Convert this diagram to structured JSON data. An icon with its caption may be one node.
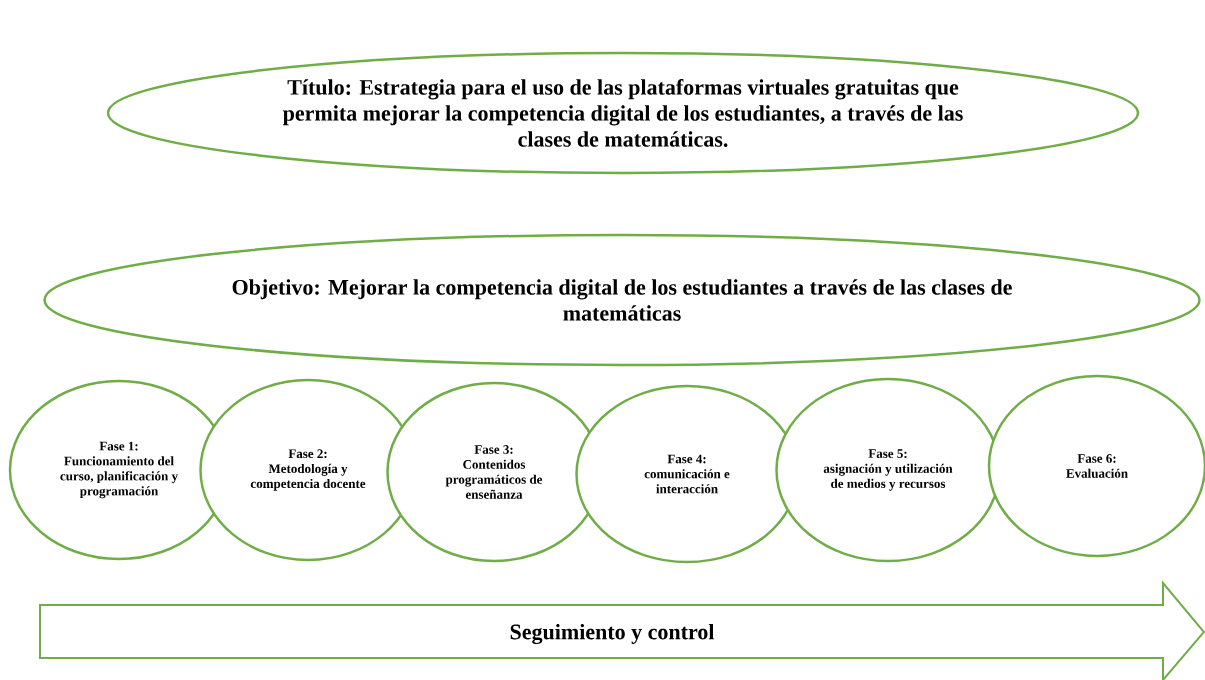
{
  "diagram": {
    "nodes": [
      {
        "text": [
          "Título: Estrategia para el uso de las plataformas virtuales gratuitas que permita mejorar la competencia digital de los estudiantes, a través de las clases de matemáticas."
        ]
      },
      {
        "text": [
          "Objetivo: Mejorar la competencia digital de los estudiantes a través de las clases de matemáticas"
        ]
      },
      {
        "text": [
          "Fase 1:",
          "Funcionamiento del curso, planificación y programación"
        ]
      },
      {
        "text": [
          "Fase 2:",
          "Metodología y competencia docente"
        ]
      },
      {
        "text": [
          "Fase 3:",
          "Contenidos programáticos de enseñanza"
        ]
      },
      {
        "text": [
          "Fase 4:",
          "comunicación e interacción"
        ]
      },
      {
        "text": [
          "Fase 5:",
          "asignación y utilización de medios y recursos"
        ]
      },
      {
        "text": [
          "Fase 6:",
          "Evaluación"
        ]
      },
      {
        "text": [
          "Seguimiento y control"
        ]
      }
    ],
    "edges": []
  }
}
